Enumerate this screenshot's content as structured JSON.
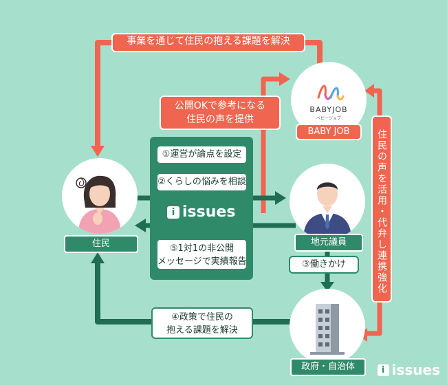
{
  "labels": {
    "top_banner": "事業を通じて住民の抱える課題を解決",
    "public_ok_line1": "公開OKで参考になる",
    "public_ok_line2": "住民の声を提供",
    "vertical_right": "住民の声を活用・代弁し連携強化",
    "step1": "①運営が論点を設定",
    "step2": "②くらしの悩みを相談",
    "step5_line1": "⑤1対1の非公開",
    "step5_line2": "メッセージで実績報告",
    "step3": "③働きかけ",
    "step4_line1": "④政策で住民の",
    "step4_line2": "抱える課題を解決"
  },
  "nodes": {
    "resident": "住民",
    "councilor": "地元議員",
    "government": "政府・自治体",
    "babyjob": "BABY JOB"
  },
  "babyjob_logo": {
    "wordmark": "BABYJOB",
    "sub": "ベビージョブ"
  },
  "issues_logo": {
    "mark": "i",
    "text": "issues"
  },
  "colors": {
    "background": "#a7dfcd",
    "red": "#f0654f",
    "green": "#2f8a6a",
    "white": "#ffffff"
  }
}
